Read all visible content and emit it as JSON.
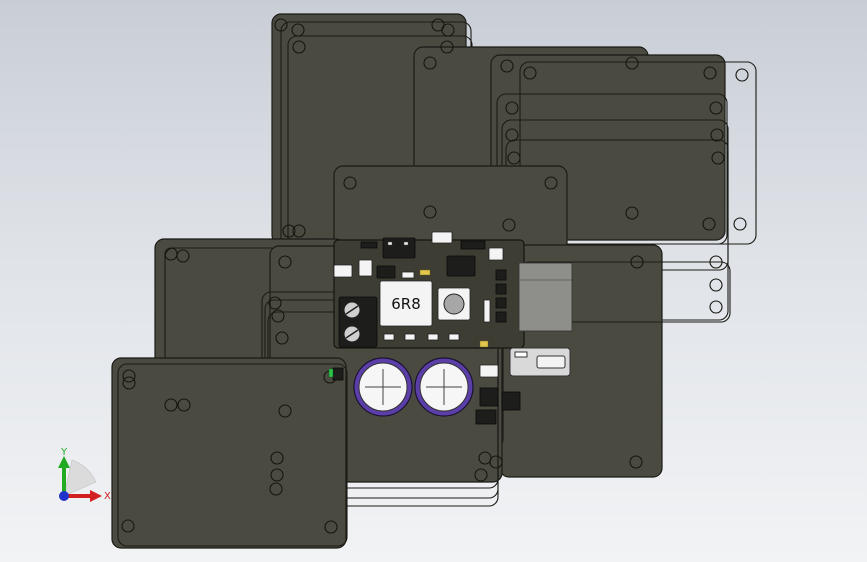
{
  "viewport": {
    "background_top": "#c9ced6",
    "background_bottom": "#f2f3f5"
  },
  "pcb": {
    "inductor_label": "6R8"
  },
  "triad": {
    "x_label": "X",
    "y_label": "Y",
    "x_color": "#d22020",
    "y_color": "#22aa22",
    "z_color": "#2233cc"
  }
}
